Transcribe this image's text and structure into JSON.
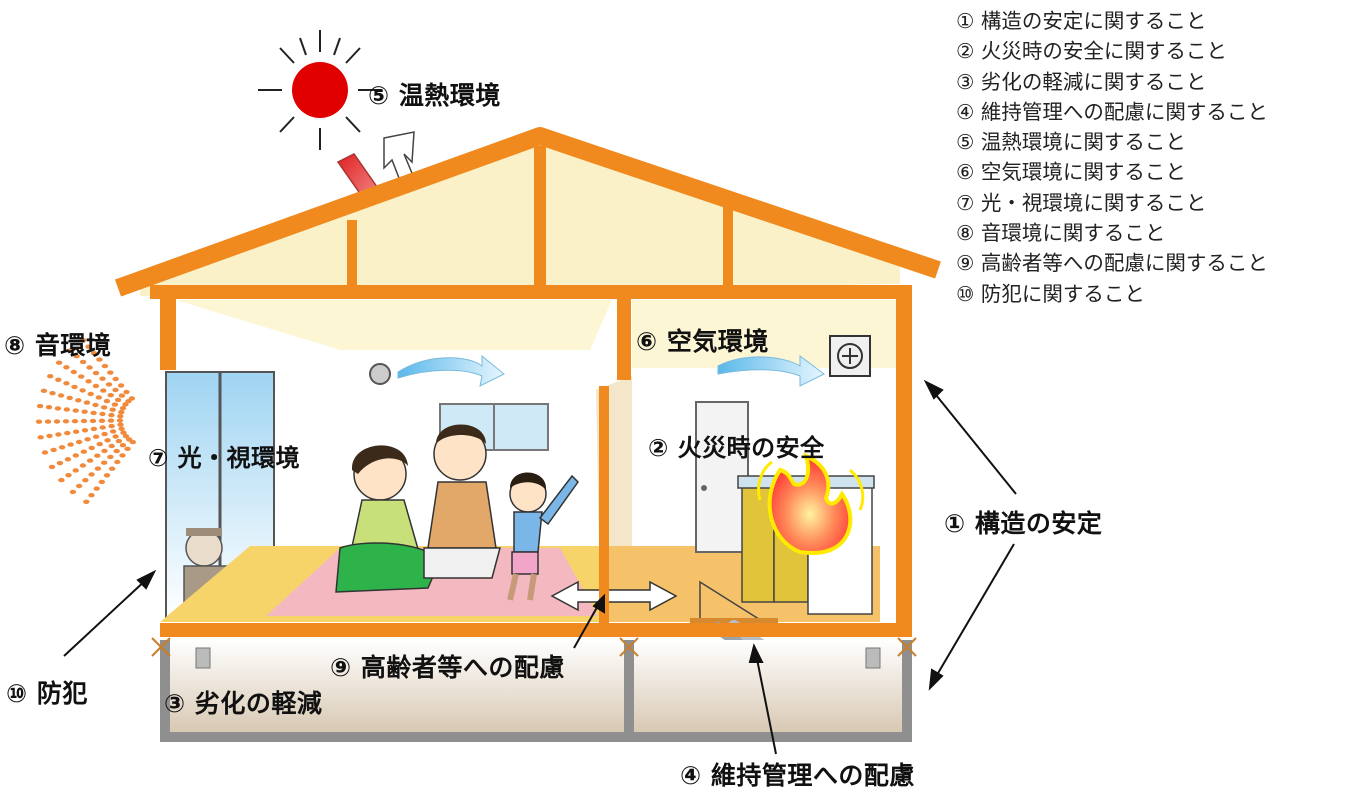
{
  "legend": [
    "① 構造の安定に関すること",
    "② 火災時の安全に関すること",
    "③ 劣化の軽減に関すること",
    "④ 維持管理への配慮に関すること",
    "⑤ 温熱環境に関すること",
    "⑥ 空気環境に関すること",
    "⑦ 光・視環境に関すること",
    "⑧ 音環境に関すること",
    "⑨ 高齢者等への配慮に関すること",
    "⑩ 防犯に関すること"
  ],
  "labels": {
    "structure": "① 構造の安定",
    "fire": "② 火災時の安全",
    "deterioration": "③ 劣化の軽減",
    "maintenance": "④ 維持管理への配慮",
    "thermal": "⑤ 温熱環境",
    "air": "⑥ 空気環境",
    "light": "⑦ 光・視環境",
    "sound": "⑧ 音環境",
    "elderly": "⑨ 高齢者等への配慮",
    "security": "⑩ 防犯"
  },
  "colors": {
    "frame": "#f08a1e",
    "attic": "#fbf1c8",
    "wall": "#ffffff",
    "floor": "#f5c26a",
    "carpet": "#f4b9c0",
    "sun": "#e00000",
    "air_arrow": "#74c6ec",
    "foundation": "#8f8f8f",
    "crawlspace": "#d8c9b5"
  }
}
